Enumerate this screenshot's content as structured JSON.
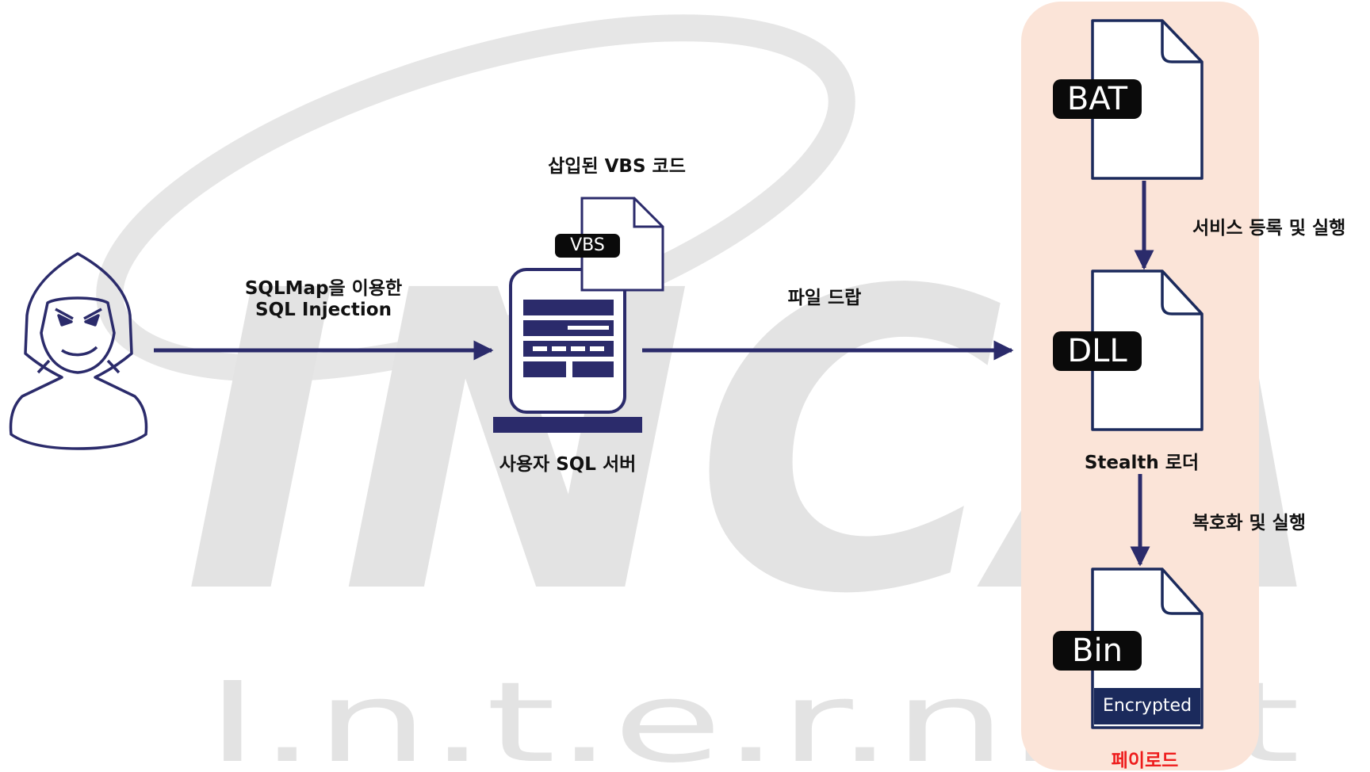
{
  "watermark": {
    "brand": "INCA",
    "tagline": "I.n.t.e.r.n.e.t"
  },
  "colors": {
    "navy": "#2b2b6b",
    "panel": "#fbe4d8",
    "payload_red": "#ee1c1c",
    "black_tag": "#0a0a0a",
    "encrypted_band": "#1b2a5c",
    "watermark_gray": "#e3e3e3"
  },
  "attacker": {
    "icon": "hooded-hacker-icon"
  },
  "edges": {
    "injection": {
      "line1": "SQLMap을 이용한",
      "line2": "SQL Injection"
    },
    "file_drop": {
      "label": "파일 드랍"
    },
    "register": {
      "label": "서비스 등록 및 실행"
    },
    "decrypt": {
      "label": "복호화 및 실행"
    }
  },
  "server": {
    "icon": "sql-server-icon",
    "label": "사용자 SQL 서버"
  },
  "vbs": {
    "caption": "삽입된 VBS 코드",
    "tag": "VBS"
  },
  "panel": {
    "bat": {
      "tag": "BAT"
    },
    "dll": {
      "tag": "DLL",
      "caption": "Stealth 로더"
    },
    "bin": {
      "tag": "Bin",
      "band": "Encrypted",
      "caption": "페이로드"
    }
  }
}
